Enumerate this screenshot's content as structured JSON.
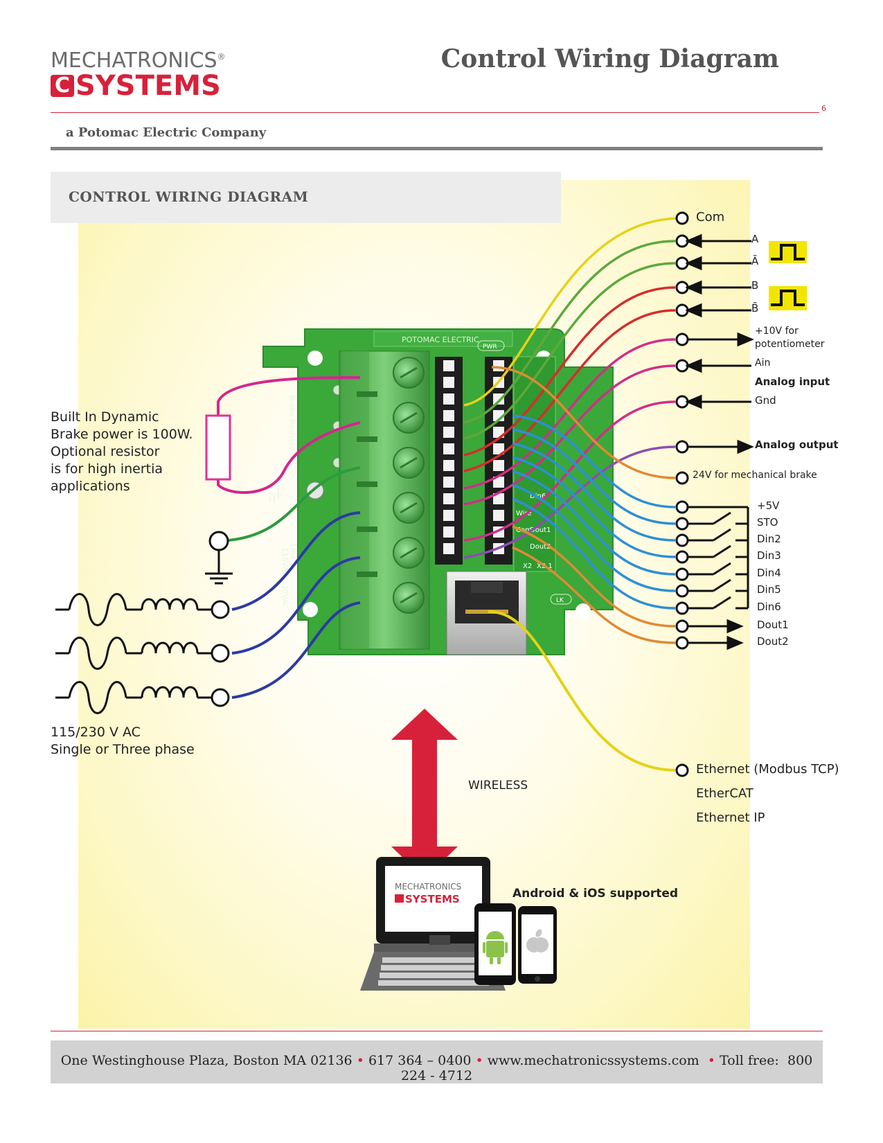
{
  "brand": {
    "name_top": "MECHATRONICS",
    "registered": "®",
    "name_bottom": "SYSTEMS",
    "tagline": "a Potomac Electric Company",
    "colors": {
      "red": "#d7213a",
      "grey": "#6b6b6b"
    }
  },
  "header": {
    "title": "Control Wiring Diagram",
    "page": "6"
  },
  "section": {
    "title": "CONTROL WIRING DIAGRAM"
  },
  "board": {
    "silkscreen": "POTOMAC ELECTRIC",
    "pwr": "PWR",
    "lk": "LK",
    "brake_resistor": "Brake Resistor",
    "line": "Line",
    "voltage": "115VAC/230VAC",
    "x2": "X2",
    "x2_1": "X2.1",
    "pin_labels": [
      "Din6",
      "Wire",
      "Com",
      "Dout1",
      "Dout2"
    ]
  },
  "left_notes": {
    "brake_note": [
      "Built In Dynamic",
      "Brake power is 100W.",
      "Optional resistor",
      "is for high inertia",
      "applications"
    ],
    "power_note": [
      "115/230 V AC",
      "Single or Three phase"
    ]
  },
  "signals": {
    "com": "Com",
    "a": "A",
    "a_bar": "Ā",
    "b": "B",
    "b_bar": "B̄",
    "pot_line1": "+10V for",
    "pot_line2": "potentiometer",
    "ain": "Ain",
    "analog_input": "Analog input",
    "gnd": "Gnd",
    "analog_output": "Analog output",
    "brake24": "24V for mechanical brake",
    "p5v": "+5V",
    "sto": "STO",
    "din2": "Din2",
    "din3": "Din3",
    "din4": "Din4",
    "din5": "Din5",
    "din6": "Din6",
    "dout1": "Dout1",
    "dout2": "Dout2"
  },
  "network": {
    "ethernet": "Ethernet (Modbus TCP)",
    "ethercat": "EtherCAT",
    "ethernet_ip": "Ethernet IP"
  },
  "wireless": {
    "label": "WIRELESS",
    "devices": "Android & iOS supported"
  },
  "footer": {
    "address": "One Westinghouse Plaza, Boston MA 02136",
    "phone": "617 364 – 0400",
    "web": "www.mechatronicssystems.com",
    "tollfree_label": "Toll free:",
    "tollfree": "800 224 - 4712",
    "sep": "•"
  }
}
